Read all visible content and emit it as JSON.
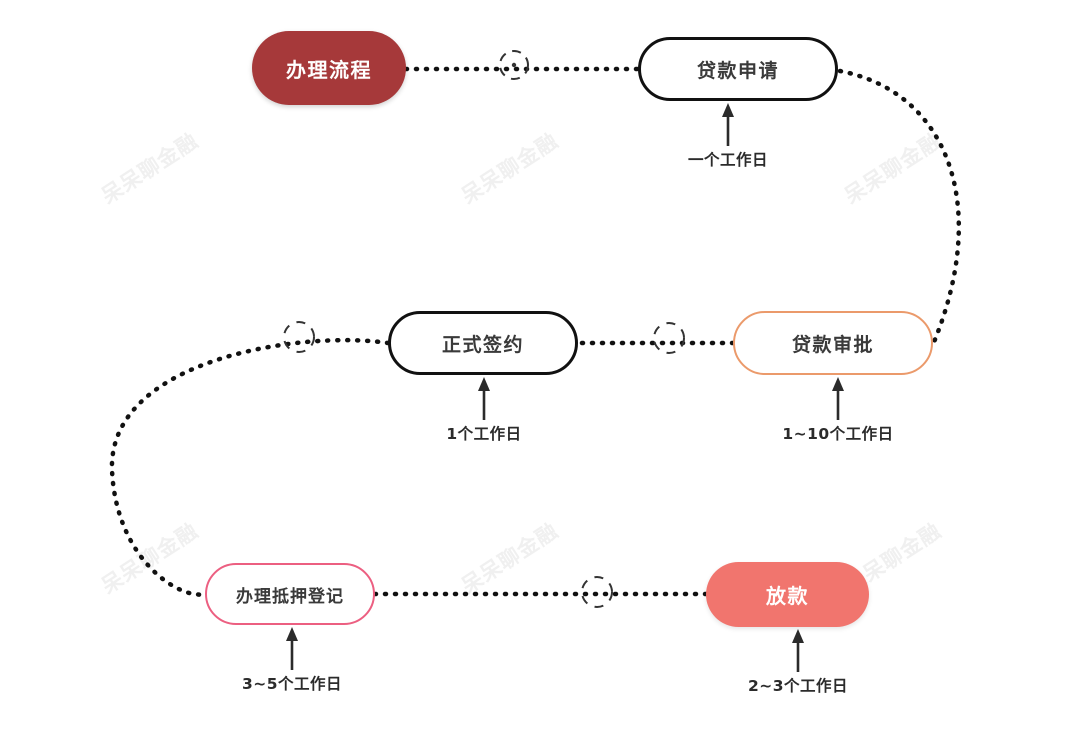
{
  "diagram": {
    "title_node": "办理流程",
    "watermark_text": "呆呆聊金融",
    "nodes": [
      {
        "id": "process",
        "label": "办理流程",
        "style": "filled-dark",
        "color": "#a6393a"
      },
      {
        "id": "apply",
        "label": "贷款申请",
        "style": "outline-black",
        "color": "#111111"
      },
      {
        "id": "approval",
        "label": "贷款审批",
        "style": "outline-orange",
        "color": "#eb9a6b"
      },
      {
        "id": "sign",
        "label": "正式签约",
        "style": "outline-black",
        "color": "#111111"
      },
      {
        "id": "mortgage",
        "label": "办理抵押登记",
        "style": "outline-pink",
        "color": "#ec5f81"
      },
      {
        "id": "disburse",
        "label": "放款",
        "style": "filled-salmon",
        "color": "#f1756e"
      }
    ],
    "annotations": [
      {
        "for": "apply",
        "text": "一个工作日"
      },
      {
        "for": "sign",
        "text": "1个工作日"
      },
      {
        "for": "approval",
        "text": "1~10个工作日"
      },
      {
        "for": "mortgage",
        "text": "3~5个工作日"
      },
      {
        "for": "disburse",
        "text": "2~3个工作日"
      }
    ]
  }
}
